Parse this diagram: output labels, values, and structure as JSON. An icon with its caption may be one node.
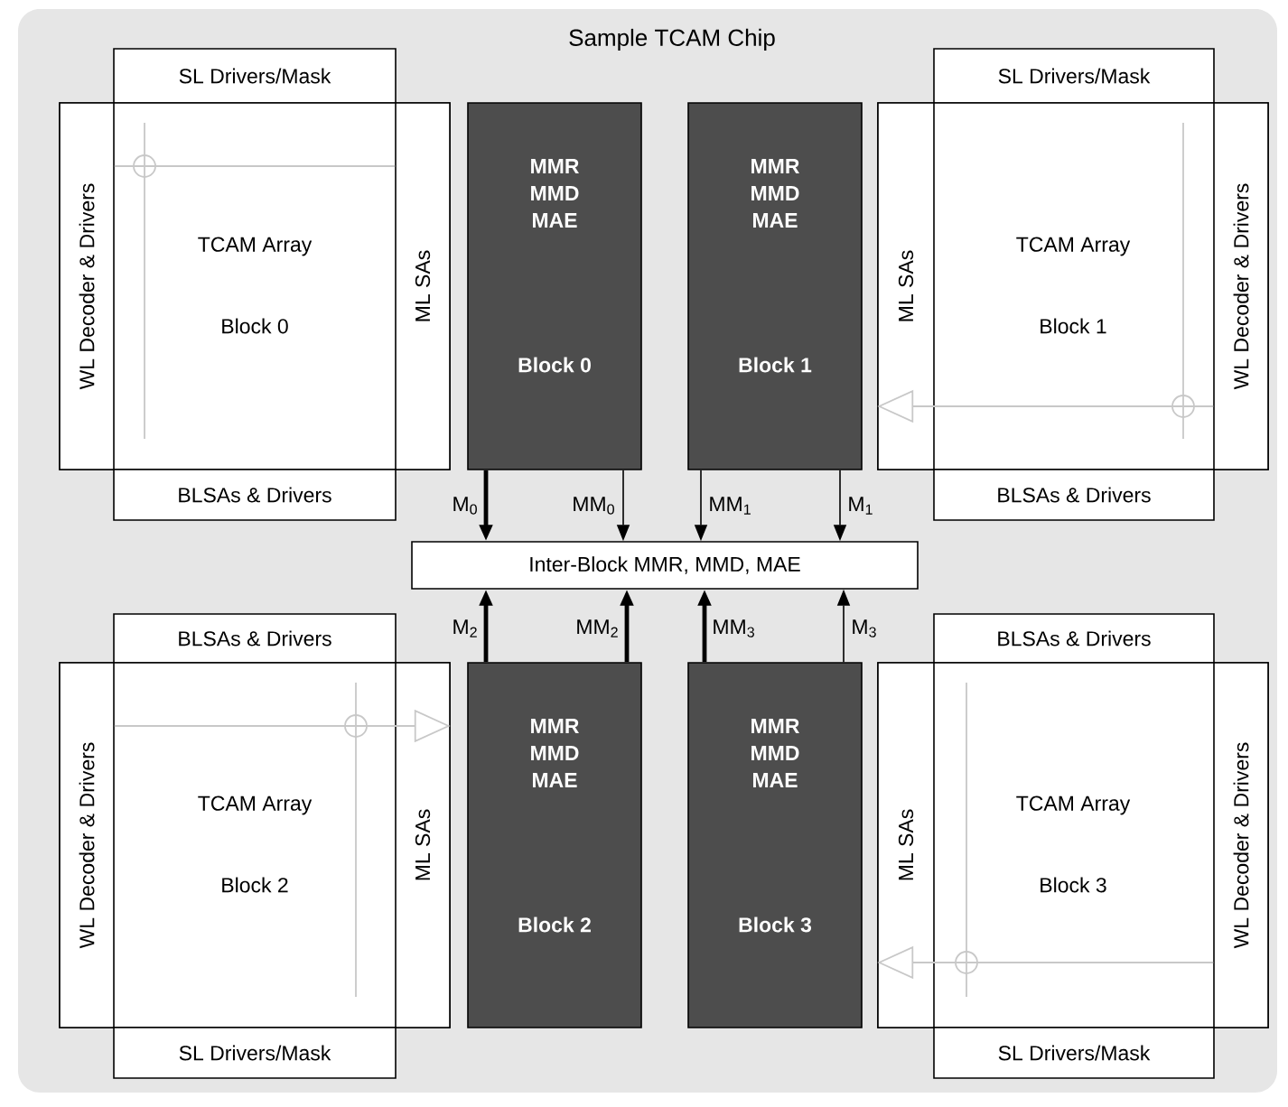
{
  "diagram": {
    "title": "Sample TCAM Chip",
    "nodes": [
      {
        "text": [],
        "shape": "box"
      },
      {
        "text": [
          "SL Drivers/Mask"
        ],
        "in": 0
      },
      {
        "text": [
          "TCAM Array",
          "Block 0"
        ],
        "in": 0
      },
      {
        "text": [
          "WL Decoder & Drivers"
        ],
        "in": 2
      },
      {
        "text": [
          "ML SAs"
        ],
        "in": 2
      },
      {
        "text": [
          "BLSAs & Drivers"
        ],
        "in": 0
      },
      {
        "text": [
          "MMR MMD MAE",
          "Block 0"
        ],
        "in": 0
      },
      {
        "text": [
          "MMR MMD MAE",
          "Block 1"
        ],
        "in": 0
      },
      {
        "text": [
          "SL Drivers/Mask"
        ],
        "in": 0
      },
      {
        "text": [
          "TCAM Array",
          "Block 1"
        ],
        "in": 0
      },
      {
        "text": [
          "ML SAs"
        ],
        "in": 9
      },
      {
        "text": [
          "WL Decoder & Drivers"
        ],
        "in": 9
      },
      {
        "text": [
          "BLSAs & Drivers"
        ],
        "in": 0
      },
      {
        "text": [
          "Inter-Block MMR, MMD, MAE"
        ],
        "in": 0
      },
      {
        "text": [
          "BLSAs & Drivers"
        ],
        "in": 0
      },
      {
        "text": [
          "TCAM Array",
          "Block 2"
        ],
        "in": 0
      },
      {
        "text": [
          "WL Decoder & Drivers"
        ],
        "in": 15
      },
      {
        "text": [
          "ML SAs"
        ],
        "in": 15
      },
      {
        "text": [
          "SL Drivers/Mask"
        ],
        "in": 0
      },
      {
        "text": [
          "MMR MMD MAE",
          "Block 2"
        ],
        "in": 0
      },
      {
        "text": [
          "MMR MMD MAE",
          "Block 3"
        ],
        "in": 0
      },
      {
        "text": [
          "BLSAs & Drivers"
        ],
        "in": 0
      },
      {
        "text": [
          "TCAM Array",
          "Block 3"
        ],
        "in": 0
      },
      {
        "text": [
          "ML SAs"
        ],
        "in": 22
      },
      {
        "text": [
          "WL Decoder & Drivers"
        ],
        "in": 22
      },
      {
        "text": [
          "SL Drivers/Mask"
        ],
        "in": 0
      }
    ],
    "edges": [
      {
        "from": 6,
        "to": 13,
        "arrow": "to",
        "label": "M$_{0}$",
        "style": "thick"
      },
      {
        "from": 6,
        "to": 13,
        "arrow": "to",
        "label": "MM$_{0}$"
      },
      {
        "from": 7,
        "to": 13,
        "arrow": "to",
        "label": "MM$_{1}$"
      },
      {
        "from": 7,
        "to": 13,
        "arrow": "to",
        "label": "M$_{1}$"
      },
      {
        "from": 19,
        "to": 13,
        "arrow": "to",
        "label": "M$_{2}$",
        "style": "thick"
      },
      {
        "from": 19,
        "to": 13,
        "arrow": "to",
        "label": "MM$_{2}$",
        "style": "thick"
      },
      {
        "from": 20,
        "to": 13,
        "arrow": "to",
        "label": "MM$_{3}$",
        "style": "thick"
      },
      {
        "from": 20,
        "to": 13,
        "arrow": "to",
        "label": "M$_{3}$"
      },
      {
        "from": 3,
        "to": 4,
        "arrow": "none",
        "color": "#c8c8c8"
      },
      {
        "from": 11,
        "to": 10,
        "arrow": "to",
        "color": "#c8c8c8"
      },
      {
        "from": 16,
        "to": 17,
        "arrow": "to",
        "color": "#c8c8c8"
      },
      {
        "from": 24,
        "to": 23,
        "arrow": "to",
        "color": "#c8c8c8"
      }
    ]
  }
}
